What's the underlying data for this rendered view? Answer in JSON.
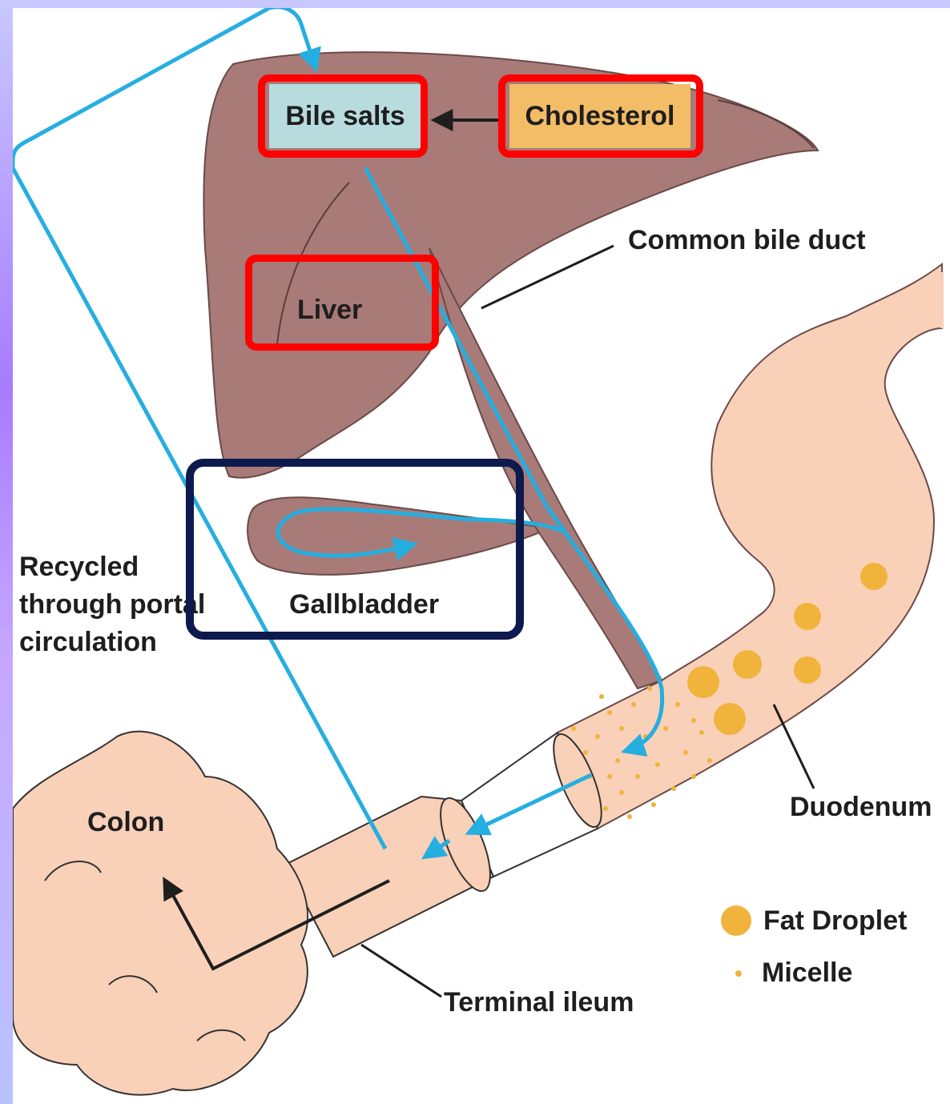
{
  "labels": {
    "bile_salts": "Bile salts",
    "cholesterol": "Cholesterol",
    "common_bile_duct": "Common bile duct",
    "liver": "Liver",
    "gallbladder": "Gallbladder",
    "recycled_line1": "Recycled",
    "recycled_line2": "through portal",
    "recycled_line3": "circulation",
    "colon": "Colon",
    "duodenum": "Duodenum",
    "terminal_ileum": "Terminal ileum"
  },
  "legend": {
    "fat_droplet": "Fat Droplet",
    "micelle": "Micelle"
  },
  "colors": {
    "liver": "#a87a78",
    "intestine": "#f9d0b8",
    "bile_flow": "#25aee0",
    "bile_salts_fill": "#b8dbde",
    "cholesterol_fill": "#f2bd66",
    "droplet": "#f0b43c",
    "highlight_red": "#ff0000",
    "highlight_navy": "#0d1a4d"
  }
}
